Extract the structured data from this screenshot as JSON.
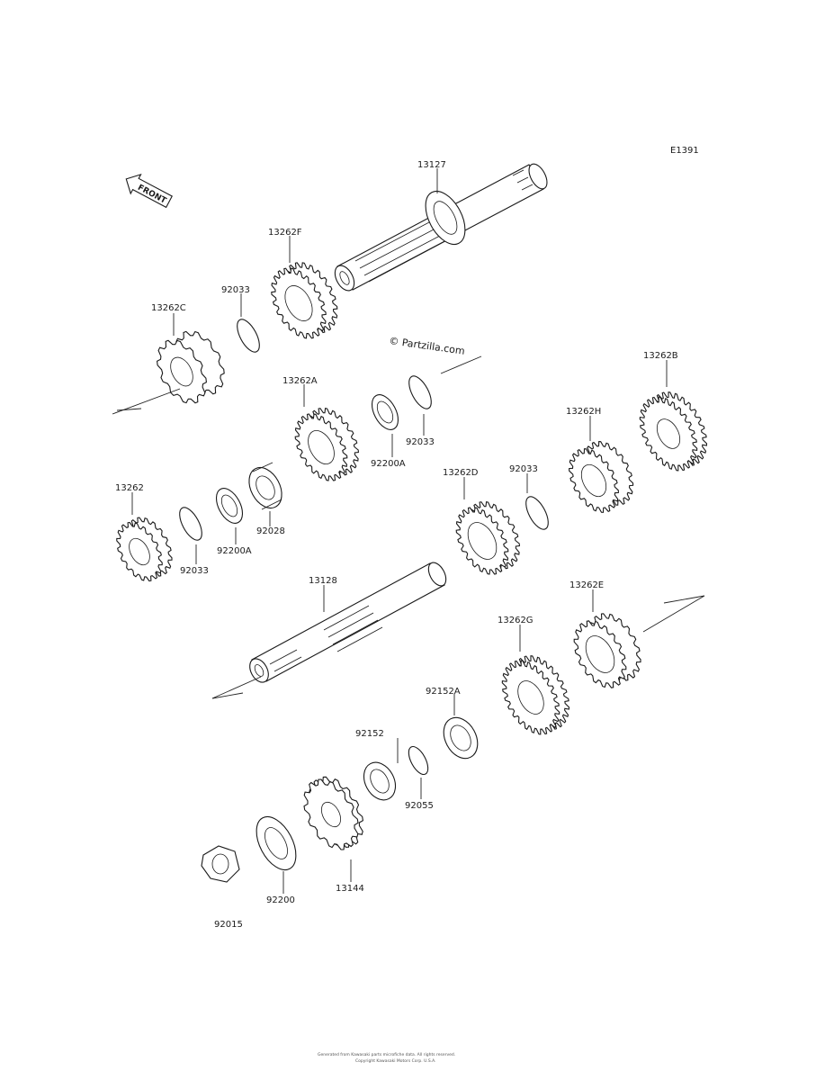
{
  "diagram_id": "E1391",
  "front_label": "FRONT",
  "watermark": "© Partzilla.com",
  "footer_lines": [
    "Generated from Kawasaki parts microfiche data. All rights reserved.",
    "Copyright Kawasaki Motors Corp. U.S.A."
  ],
  "parts": {
    "p13127": "13127",
    "p13262F": "13262F",
    "p92033a": "92033",
    "p13262C": "13262C",
    "p13262A": "13262A",
    "p92200Aa": "92200A",
    "p92033b": "92033",
    "p13262B": "13262B",
    "p13262H": "13262H",
    "p92033c": "92033",
    "p13262D": "13262D",
    "p13262": "13262",
    "p92028": "92028",
    "p92200Ab": "92200A",
    "p92033d": "92033",
    "p13128": "13128",
    "p13262E": "13262E",
    "p13262G": "13262G",
    "p92152A": "92152A",
    "p92152": "92152",
    "p92055": "92055",
    "p13144": "13144",
    "p92200": "92200",
    "p92015": "92015"
  }
}
